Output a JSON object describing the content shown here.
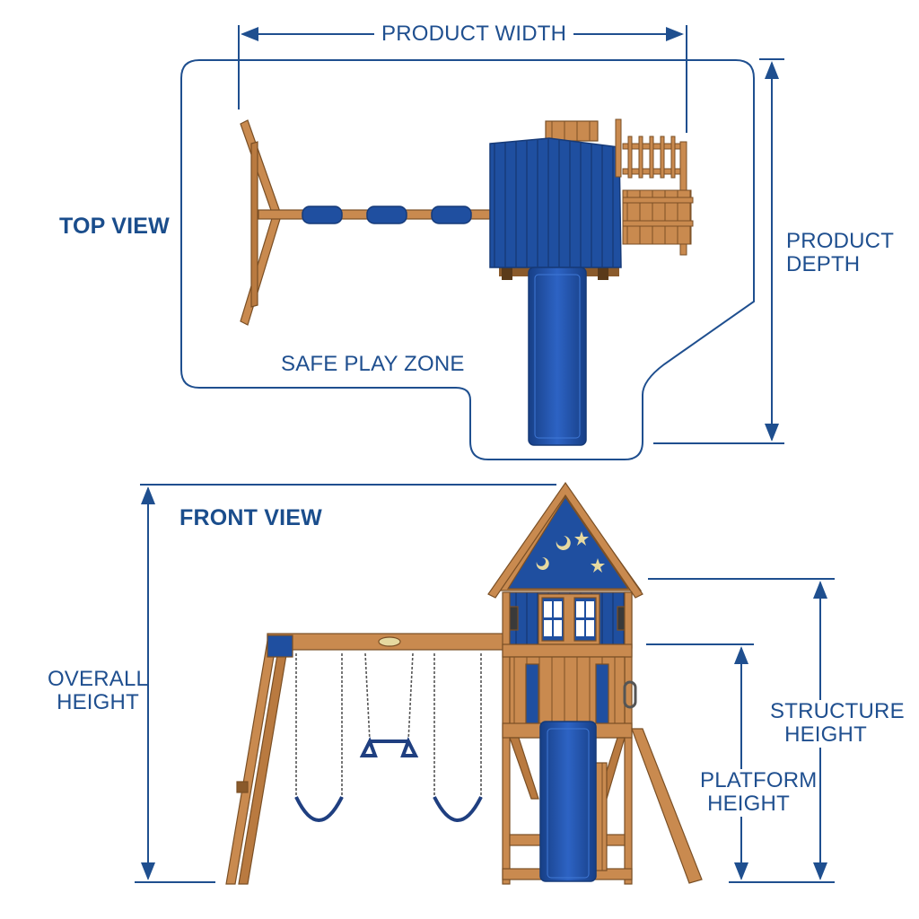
{
  "colors": {
    "accent": "#1f4f8f",
    "wood": "#c98a4f",
    "wood_dark": "#8a5a2b",
    "blue_panel": "#1f4fa0",
    "blue_dark": "#163a78"
  },
  "top_view": {
    "title": "TOP VIEW",
    "width_label": "PRODUCT WIDTH",
    "depth_label_1": "PRODUCT",
    "depth_label_2": "DEPTH",
    "zone_label": "SAFE PLAY ZONE"
  },
  "front_view": {
    "title": "FRONT VIEW",
    "overall_label_1": "OVERALL",
    "overall_label_2": "HEIGHT",
    "structure_label_1": "STRUCTURE",
    "structure_label_2": "HEIGHT",
    "platform_label_1": "PLATFORM",
    "platform_label_2": "HEIGHT"
  }
}
